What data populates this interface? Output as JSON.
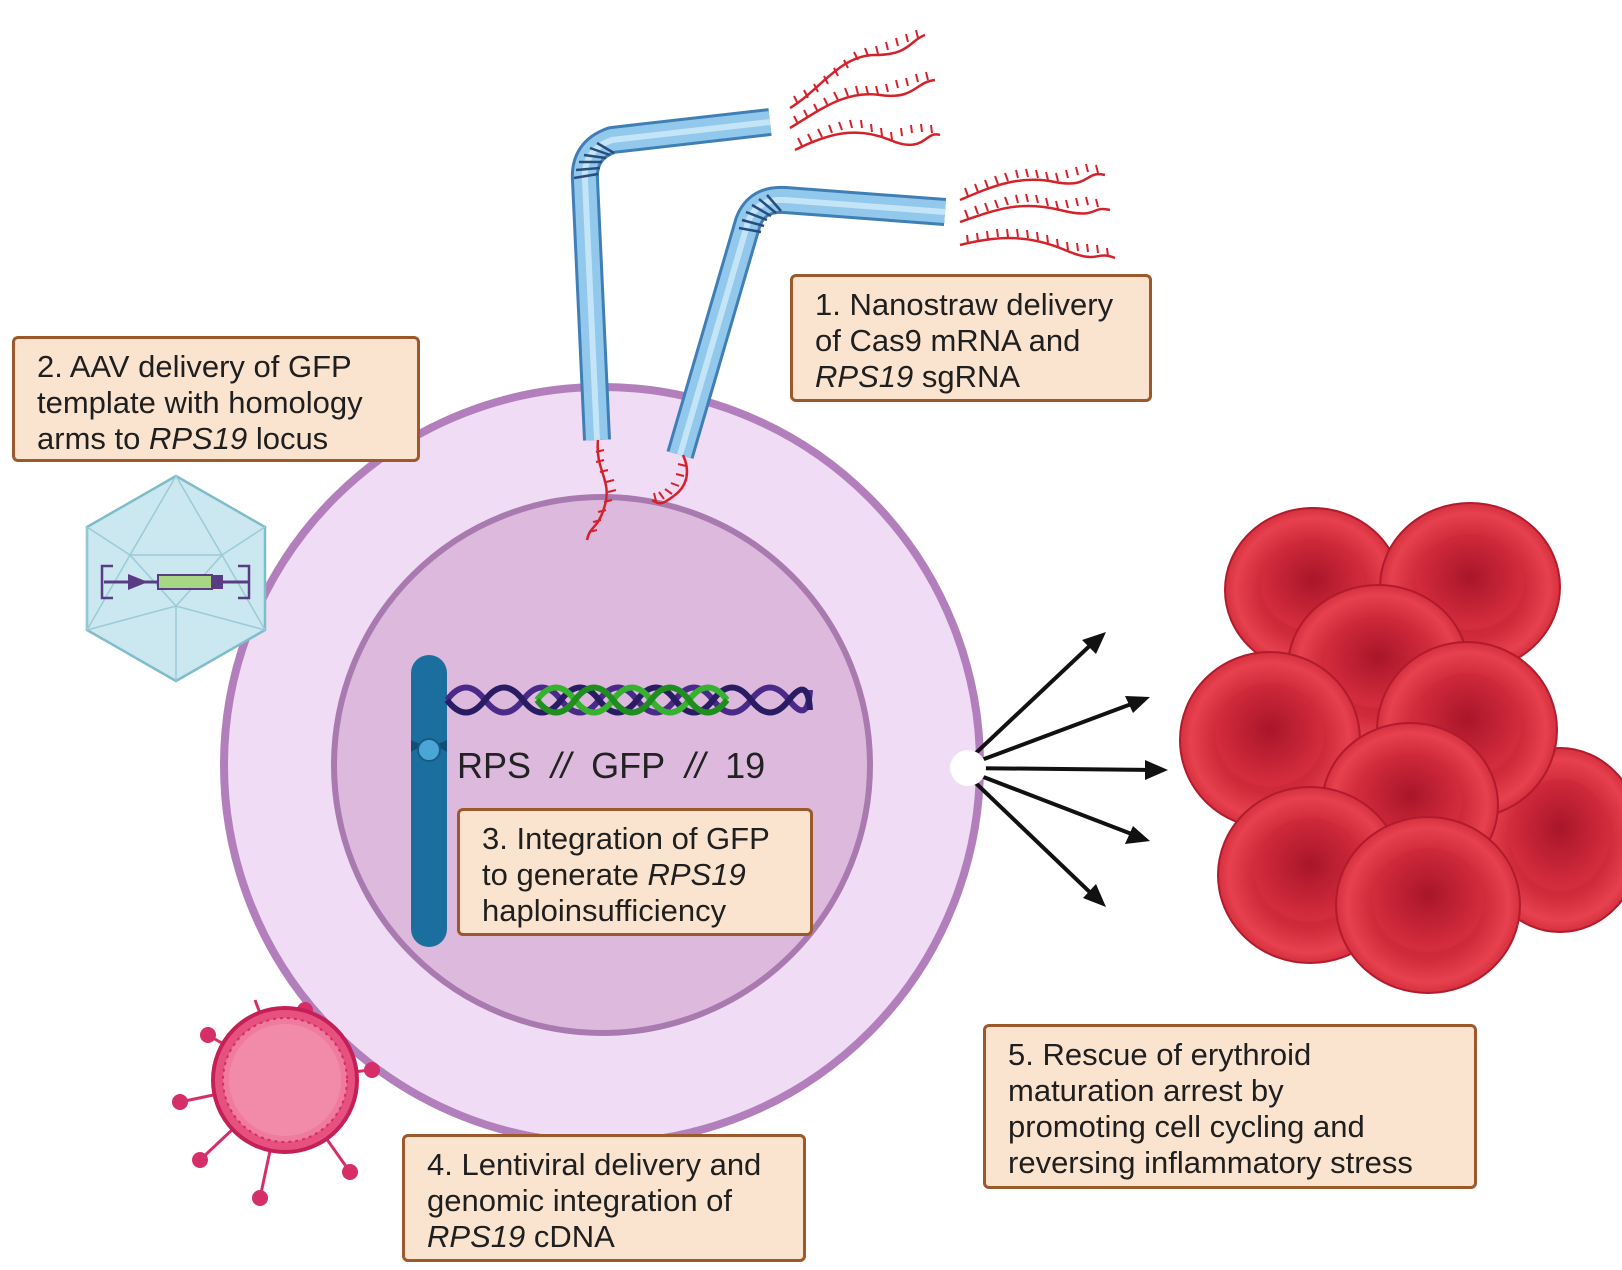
{
  "boxes": {
    "step1": {
      "line1": "1. Nanostraw delivery",
      "line2": "of Cas9 mRNA and",
      "line3_italic": "RPS19",
      "line3_rest": " sgRNA"
    },
    "step2": {
      "line1": "2. AAV delivery of GFP",
      "line2": "template with homology",
      "line3_pre": "arms to ",
      "line3_italic": "RPS19",
      "line3_rest": " locus"
    },
    "step3": {
      "line1": "3. Integration of GFP",
      "line2_pre": "to generate ",
      "line2_italic": "RPS19",
      "line3": "haploinsufficiency"
    },
    "step4": {
      "line1": "4. Lentiviral delivery and",
      "line2": "genomic integration of",
      "line3_italic": "RPS19",
      "line3_rest": " cDNA"
    },
    "step5": {
      "line1": "5. Rescue of erythroid",
      "line2": "maturation arrest by",
      "line3": "promoting cell cycling and",
      "line4": "reversing inflammatory stress"
    }
  },
  "dna_label": {
    "left": "RPS",
    "sep1": "//",
    "middle": "GFP",
    "sep2": "//",
    "right": "19"
  },
  "colors": {
    "cell_outer": "#f0dcf4",
    "cell_border": "#b27fbc",
    "nucleus": "#dcb9dd",
    "nucleus_border": "#a97aaf",
    "straw": "#8fc6ea",
    "straw_edge": "#3f7fb5",
    "rna": "#d4222b",
    "chromosome": "#1b6f9e",
    "dna_purple": "#4a2a88",
    "dna_green": "#2fae2c",
    "aav": "#b6dce6",
    "lentivirus": "#d62e68",
    "rbc": "#d8303e",
    "box_fill": "#fbe4cf",
    "box_border": "#9c5a2c"
  },
  "icons": [
    "nanostraw-icon",
    "mrna-strand-icon",
    "aav-capsid-icon",
    "chromosome-icon",
    "dna-helix-icon",
    "lentivirus-icon",
    "arrow-icon",
    "red-blood-cell-icon"
  ]
}
